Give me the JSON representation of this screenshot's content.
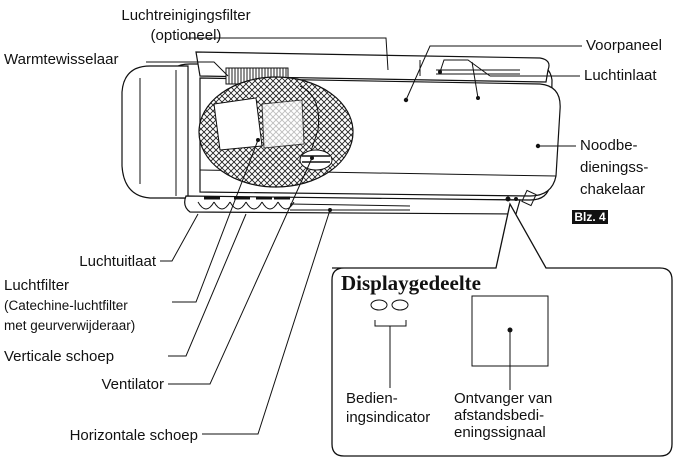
{
  "labels": {
    "air_cleaning_filter": "Luchtreinigingsfilter",
    "air_cleaning_filter_optional": "(optioneel)",
    "heat_exchanger": "Warmtewisselaar",
    "front_panel": "Voorpaneel",
    "air_inlet": "Luchtinlaat",
    "emergency_switch_1": "Noodbe-",
    "emergency_switch_2": "dieningss-",
    "emergency_switch_3": "chakelaar",
    "page_ref": "Blz. 4",
    "air_outlet": "Luchtuitlaat",
    "air_filter": "Luchtfilter",
    "air_filter_sub1": "(Catechine-luchtfilter",
    "air_filter_sub2": "met geurverwijderaar)",
    "vertical_blade": "Verticale schoep",
    "fan": "Ventilator",
    "horizontal_blade": "Horizontale schoep"
  },
  "display": {
    "title": "Displaygedeelte",
    "indicator_1": "Bedien-",
    "indicator_2": "ingsindicator",
    "receiver_1": "Ontvanger van",
    "receiver_2": "afstandsbedi-",
    "receiver_3": "eningssignaal"
  }
}
